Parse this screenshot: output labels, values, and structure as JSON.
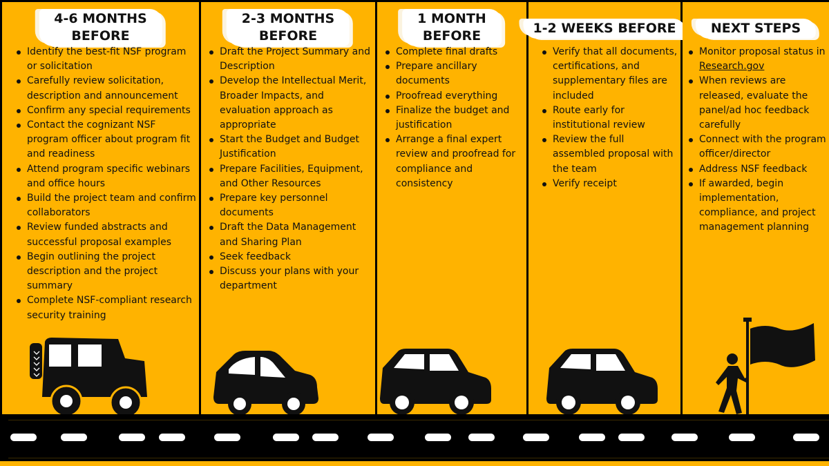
{
  "columns": [
    {
      "title_line1": "4-6 MONTHS",
      "title_line2": "BEFORE",
      "items": [
        "Identify the best-fit NSF program or solicitation",
        "Carefully review solicitation, description and announcement",
        "Confirm any special requirements",
        "Contact the cognizant NSF program officer about program fit and readiness",
        "Attend program specific webinars and office hours",
        "Build the project team and confirm collaborators",
        "Review funded abstracts and successful proposal examples",
        "Begin outlining the project description and the project summary",
        "Complete NSF-compliant research security training"
      ]
    },
    {
      "title_line1": "2-3 MONTHS",
      "title_line2": "BEFORE",
      "items": [
        "Draft the Project Summary and Description",
        "Develop the Intellectual Merit, Broader Impacts, and evaluation approach as appropriate",
        "Start the Budget and Budget Justification",
        "Prepare Facilities, Equipment, and Other Resources",
        "Prepare key personnel documents",
        "Draft the Data Management and Sharing Plan",
        "Seek feedback",
        "Discuss your plans with your department"
      ]
    },
    {
      "title_line1": "1 MONTH",
      "title_line2": "BEFORE",
      "items": [
        "Complete final drafts",
        "Prepare ancillary documents",
        "Proofread everything",
        "Finalize the budget and justification",
        "Arrange a final expert review and proofread for compliance and consistency"
      ]
    },
    {
      "title_line1": "1-2 WEEKS BEFORE",
      "items": [
        "Verify that all documents, certifications, and supplementary files are included",
        "Route early for institutional review",
        "Review the full assembled proposal with the team",
        "Verify receipt"
      ]
    },
    {
      "title_line1": "NEXT STEPS",
      "items": [
        "When reviews are released, evaluate the panel/ad hoc feedback carefully",
        "Connect with the program officer/director",
        "Address NSF feedback",
        "If awarded, begin implementation, compliance, and project management planning"
      ],
      "first_item_prefix": "Monitor proposal status in ",
      "first_item_link": "Research.gov"
    }
  ],
  "colors": {
    "background": "#FFB300",
    "road": "#000000",
    "header": "#FFFFFF"
  }
}
